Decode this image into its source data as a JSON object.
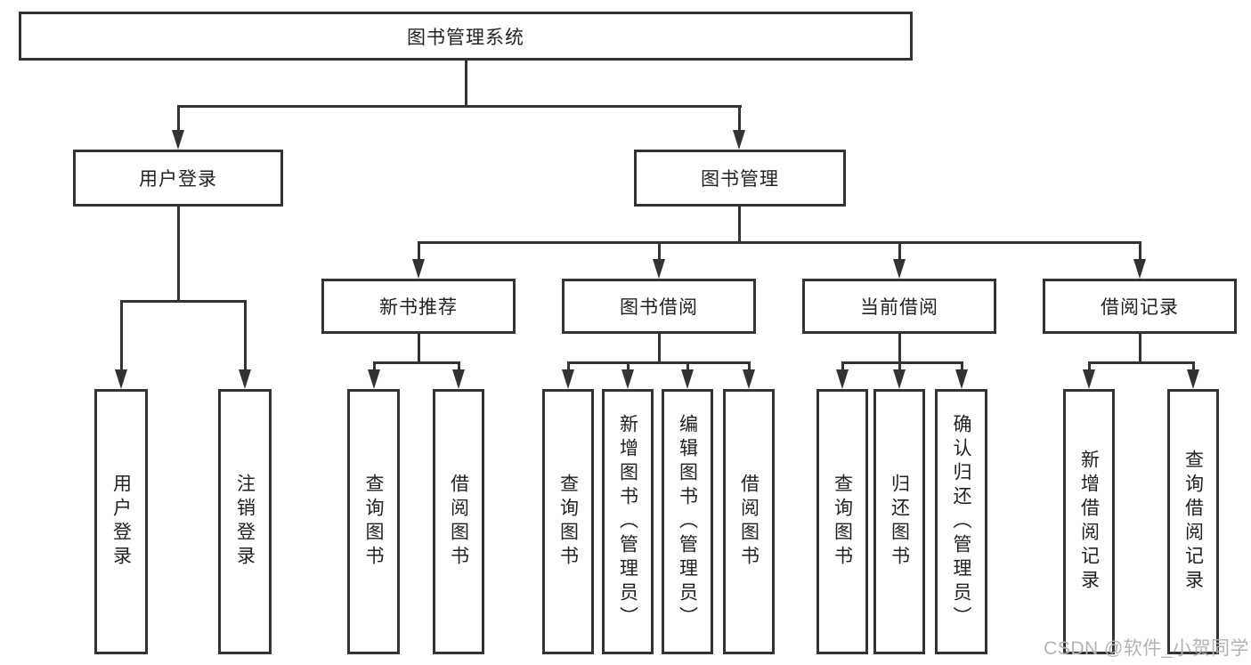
{
  "tree": {
    "root": "图书管理系统",
    "level2": [
      "用户登录",
      "图书管理"
    ],
    "level3": [
      "新书推荐",
      "图书借阅",
      "当前借阅",
      "借阅记录"
    ],
    "leaves": {
      "user_login": [
        "用户登录",
        "注销登录"
      ],
      "new_book": [
        "查询图书",
        "借阅图书"
      ],
      "book_borrow": [
        "查询图书",
        "新增图书（管理员）",
        "编辑图书（管理员）",
        "借阅图书"
      ],
      "current_borrow": [
        "查询图书",
        "归还图书",
        "确认归还（管理员）"
      ],
      "borrow_records": [
        "新增借阅记录",
        "查询借阅记录"
      ]
    }
  },
  "watermark": "CSDN @软件_小贺同学",
  "colors": {
    "line": "#333333",
    "text": "#222222",
    "background": "#ffffff",
    "watermark": "#b3b3b3"
  }
}
